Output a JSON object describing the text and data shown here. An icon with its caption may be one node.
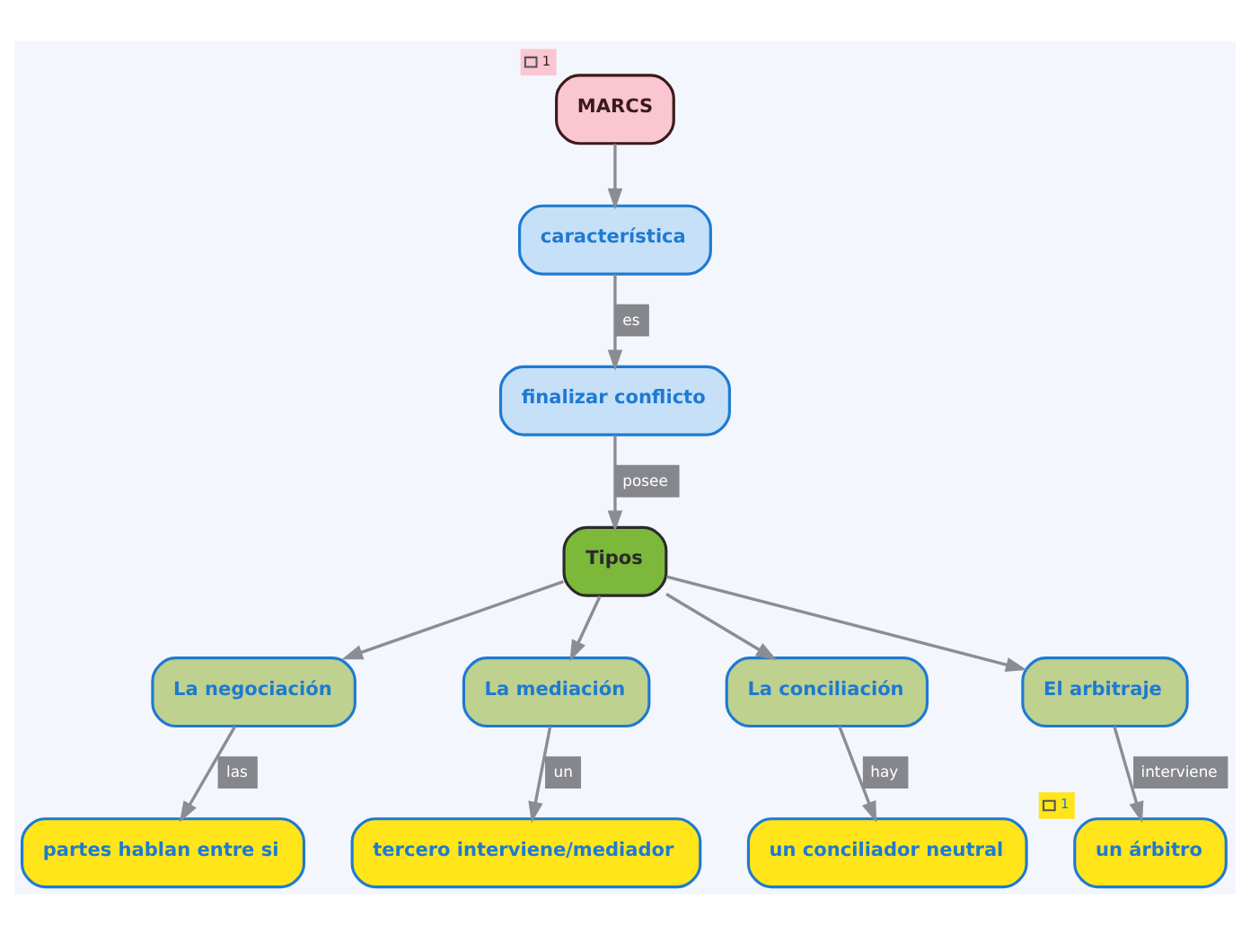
{
  "diagram": {
    "nodes": [
      {
        "text": [
          "MARCS"
        ],
        "beside": [
          "1"
        ]
      },
      {
        "text": [
          "característica"
        ]
      },
      {
        "text": [
          "finalizar conflicto"
        ]
      },
      {
        "text": [
          "Tipos"
        ]
      },
      {
        "text": [
          "La negociación"
        ]
      },
      {
        "text": [
          "La mediación"
        ]
      },
      {
        "text": [
          "La conciliación"
        ]
      },
      {
        "text": [
          "El arbitraje"
        ]
      },
      {
        "text": [
          "partes hablan entre si"
        ]
      },
      {
        "text": [
          "tercero interviene/mediador"
        ]
      },
      {
        "text": [
          "un conciliador neutral"
        ]
      },
      {
        "text": [
          "un árbitro"
        ],
        "beside": [
          "1"
        ]
      }
    ],
    "edges": [
      {
        "from": 0,
        "to": 1,
        "arrow": "to"
      },
      {
        "from": 1,
        "to": 2,
        "arrow": "to",
        "label": "es"
      },
      {
        "from": 2,
        "to": 3,
        "arrow": "to",
        "label": "posee"
      },
      {
        "from": 3,
        "to": 4,
        "arrow": "to"
      },
      {
        "from": 3,
        "to": 5,
        "arrow": "to"
      },
      {
        "from": 3,
        "to": 6,
        "arrow": "to"
      },
      {
        "from": 3,
        "to": 7,
        "arrow": "to"
      },
      {
        "from": 4,
        "to": 8,
        "arrow": "to",
        "label": "las"
      },
      {
        "from": 5,
        "to": 9,
        "arrow": "to",
        "label": "un"
      },
      {
        "from": 6,
        "to": 10,
        "arrow": "to",
        "label": "hay"
      },
      {
        "from": 7,
        "to": 11,
        "arrow": "to",
        "label": "interviene"
      }
    ]
  }
}
